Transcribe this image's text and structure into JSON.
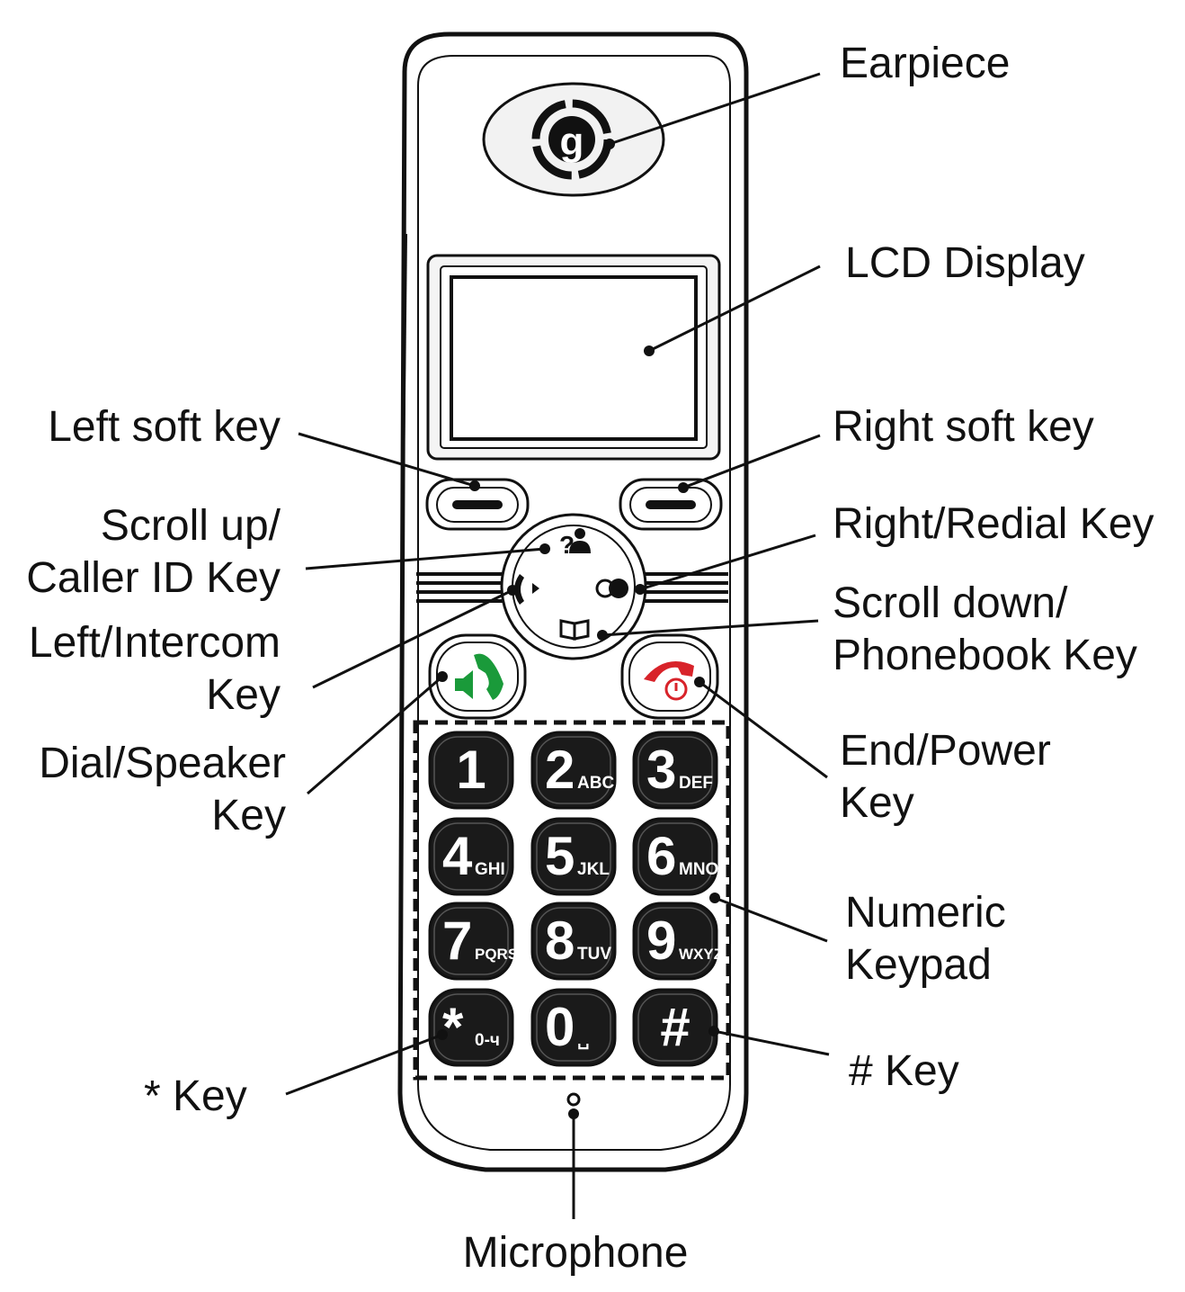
{
  "labels": {
    "earpiece": "Earpiece",
    "lcd_display": "LCD Display",
    "left_soft_key": "Left soft key",
    "right_soft_key": "Right soft key",
    "scroll_up_1": "Scroll up/",
    "scroll_up_2": "Caller ID Key",
    "right_redial": "Right/Redial Key",
    "scroll_down_1": "Scroll down/",
    "scroll_down_2": "Phonebook Key",
    "left_intercom_1": "Left/Intercom",
    "left_intercom_2": "Key",
    "dial_speaker_1": "Dial/Speaker",
    "dial_speaker_2": "Key",
    "end_power_1": "End/Power",
    "end_power_2": "Key",
    "numeric_keypad_1": "Numeric",
    "numeric_keypad_2": "Keypad",
    "star_key": "* Key",
    "hash_key": "# Key",
    "microphone": "Microphone"
  },
  "keypad": {
    "keys": [
      {
        "digit": "1",
        "letters": ""
      },
      {
        "digit": "2",
        "letters": "ABC"
      },
      {
        "digit": "3",
        "letters": "DEF"
      },
      {
        "digit": "4",
        "letters": "GHI"
      },
      {
        "digit": "5",
        "letters": "JKL"
      },
      {
        "digit": "6",
        "letters": "MNO"
      },
      {
        "digit": "7",
        "letters": "PQRS"
      },
      {
        "digit": "8",
        "letters": "TUV"
      },
      {
        "digit": "9",
        "letters": "WXYZ"
      },
      {
        "digit": "*",
        "letters": "0-ч"
      },
      {
        "digit": "0",
        "letters": "␣"
      },
      {
        "digit": "#",
        "letters": ""
      }
    ]
  },
  "logo": {
    "letter": "g"
  },
  "nav": {
    "caller_id_glyph": "?"
  },
  "colors": {
    "outline": "#111111",
    "key_fill": "#1a1a1a",
    "dial_green": "#1a9a3a",
    "end_red": "#d8232a"
  },
  "icons": {
    "dial": "phone-speaker-icon",
    "end": "phone-end-power-icon",
    "caller_id": "caller-id-icon",
    "redial": "redial-icon",
    "phonebook": "phonebook-icon",
    "intercom": "intercom-icon"
  }
}
